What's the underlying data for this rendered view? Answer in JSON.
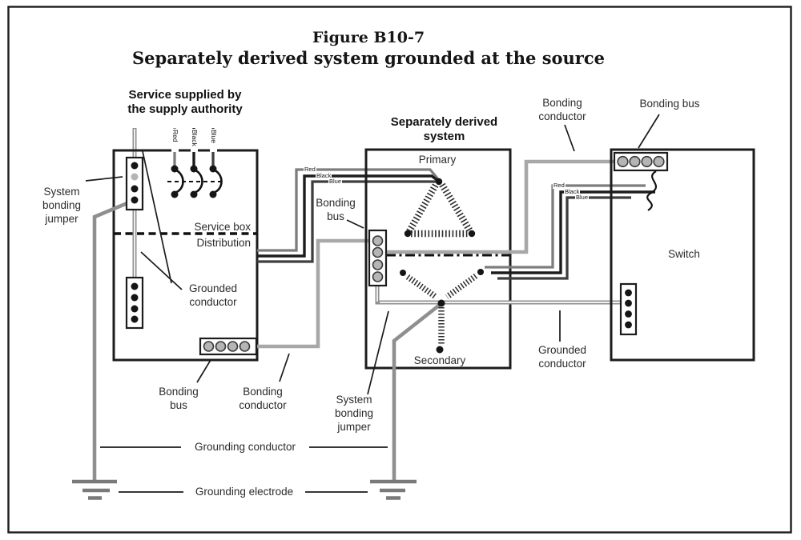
{
  "title": {
    "line1": "Figure B10-7",
    "line2": "Separately derived system grounded at the source"
  },
  "headings": {
    "service": "Service supplied by\nthe supply authority",
    "sds": "Separately derived\nsystem"
  },
  "labels": {
    "primary": "Primary",
    "secondary": "Secondary",
    "switch": "Switch",
    "service_box": "Service box",
    "distribution": "Distribution",
    "system_bonding_jumper": "System\nbonding\njumper",
    "grounded_conductor": "Grounded\nconductor",
    "bonding_bus": "Bonding\nbus",
    "bonding_bus_single": "Bonding bus",
    "bonding_conductor": "Bonding\nconductor",
    "grounding_conductor": "Grounding conductor",
    "grounding_electrode": "Grounding electrode"
  },
  "wires": {
    "red": "Red",
    "black": "Black",
    "blue": "Blue"
  },
  "colors": {
    "c-black": "#1c1c1c",
    "c-red": "#7d7d7d",
    "c-blue": "#3f3f3f",
    "c-bond": "#a8a8a8",
    "c-neutral": "#8f8f8f",
    "c-ground": "#7a7a7a",
    "c-circle": "#b5b5b5",
    "c-text": "#2b2b2b"
  }
}
